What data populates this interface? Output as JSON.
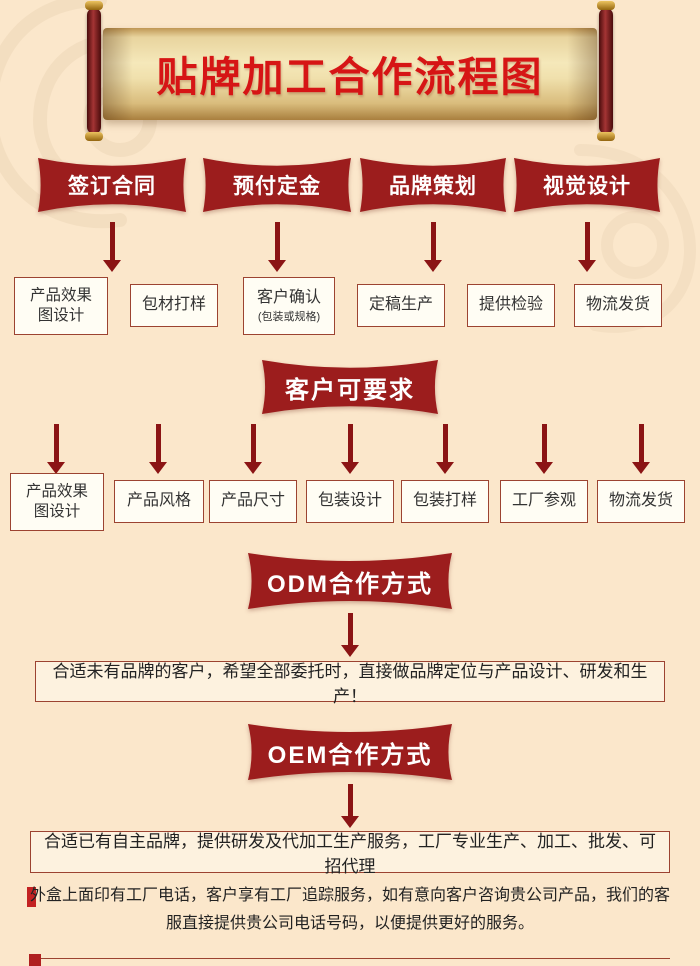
{
  "title": {
    "text": "贴牌加工合作流程图"
  },
  "stage_banners": [
    {
      "label": "签订合同"
    },
    {
      "label": "预付定金"
    },
    {
      "label": "品牌策划"
    },
    {
      "label": "视觉设计"
    }
  ],
  "stage_boxes": [
    {
      "label": "产品效果\n图设计"
    },
    {
      "label": "包材打样"
    },
    {
      "label": "客户确认",
      "sub": "(包装或规格)"
    },
    {
      "label": "定稿生产"
    },
    {
      "label": "提供检验"
    },
    {
      "label": "物流发货"
    }
  ],
  "request_banner": {
    "label": "客户可要求"
  },
  "request_boxes": [
    {
      "label": "产品效果\n图设计"
    },
    {
      "label": "产品风格"
    },
    {
      "label": "产品尺寸"
    },
    {
      "label": "包装设计"
    },
    {
      "label": "包装打样"
    },
    {
      "label": "工厂参观"
    },
    {
      "label": "物流发货"
    }
  ],
  "odm": {
    "banner": "ODM合作方式",
    "desc": "合适未有品牌的客户，希望全部委托时，直接做品牌定位与产品设计、研发和生产！"
  },
  "oem": {
    "banner": "OEM合作方式",
    "desc": "合适已有自主品牌，提供研发及代加工生产服务，工厂专业生产、加工、批发、可招代理"
  },
  "footer": {
    "note": "外盒上面印有工厂电话，客户享有工厂追踪服务，如有意向客户咨询贵公司产品，我们的客服直接提供贵公司电话号码，以便提供更好的服务。"
  },
  "colors": {
    "background": "#fbe7cb",
    "banner_red": "#9c1d1d",
    "title_red": "#d61515",
    "arrow": "#8b1414",
    "box_border": "#9c4331",
    "scroll_parchment": "#f5e8ba"
  }
}
